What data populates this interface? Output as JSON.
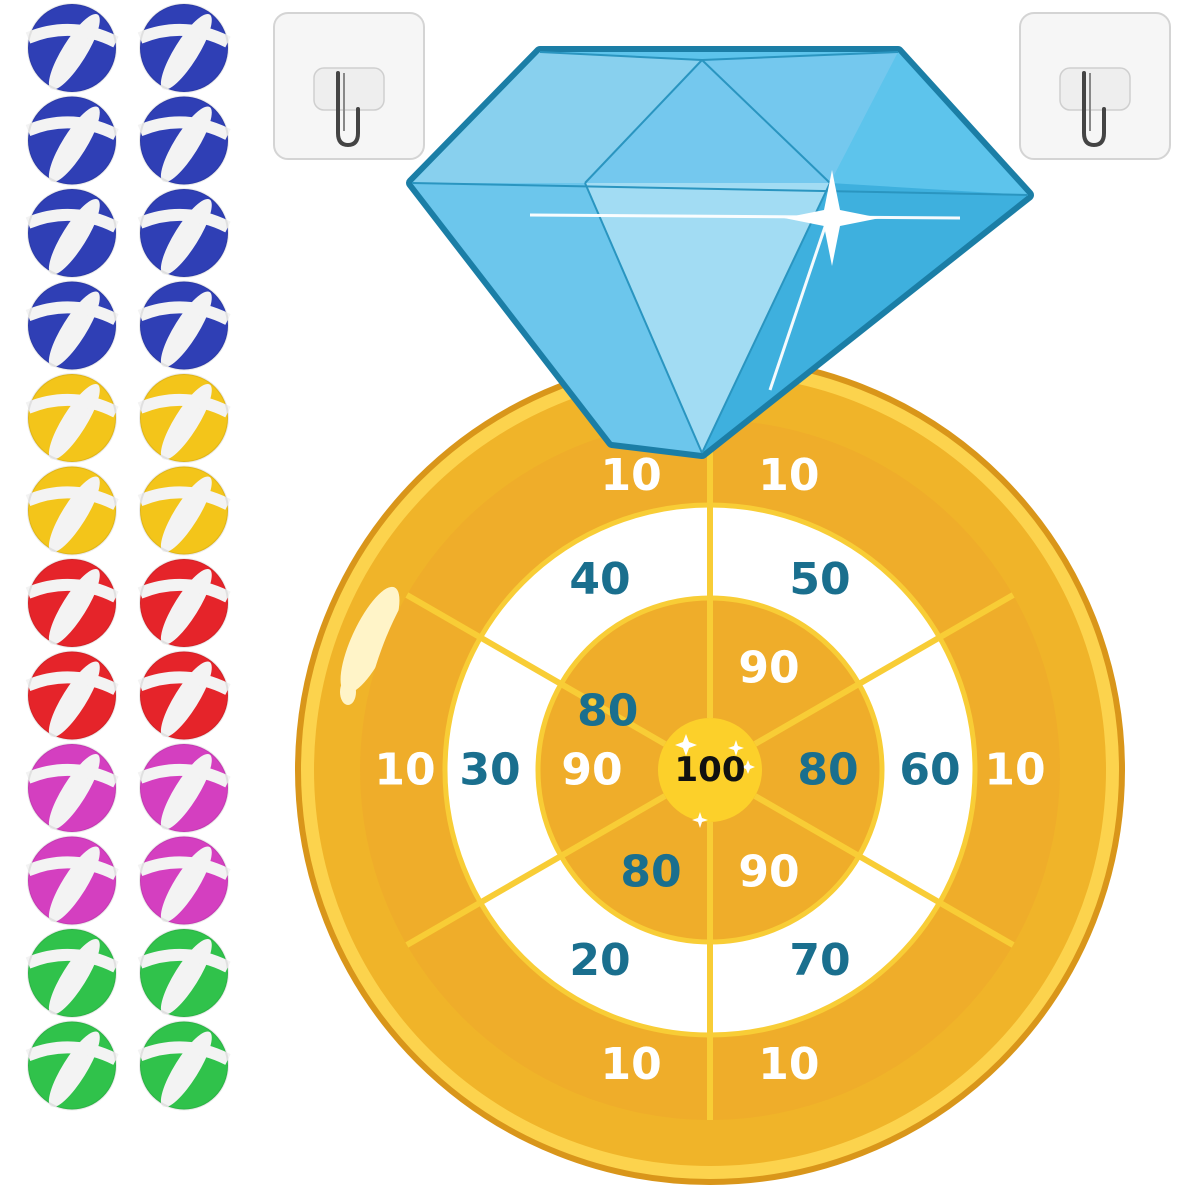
{
  "colors": {
    "background": "#ffffff",
    "ring_gold": "#f0b429",
    "ring_light": "#fcd34d",
    "ring_dark": "#d9961a",
    "board_orange": "#efad2a",
    "divider": "#f8cd36",
    "center_yellow": "#fcd02a",
    "diamond_light": "#88d0ee",
    "diamond_mid": "#4dbbe6",
    "diamond_edge": "#1b7ea6",
    "text_white": "#ffffff",
    "text_teal": "#1a6f8e",
    "text_black": "#111111",
    "hook_plate": "#f6f6f6",
    "hook_border": "#d4d4d4"
  },
  "balls": {
    "palette": [
      "#2f3fb5",
      "#2f3fb5",
      "#2f3fb5",
      "#2f3fb5",
      "#f3c51a",
      "#f3c51a",
      "#e5242a",
      "#e5242a",
      "#d43fc0",
      "#d43fc0",
      "#30c24b",
      "#30c24b"
    ],
    "color_names": [
      "blue",
      "blue",
      "blue",
      "blue",
      "yellow",
      "yellow",
      "red",
      "red",
      "pink",
      "pink",
      "green",
      "green"
    ],
    "per_row": 2
  },
  "hooks": [
    "adhesive-hook-icon",
    "adhesive-hook-icon"
  ],
  "board": {
    "icon": "diamond-ring-dartboard-icon",
    "outer_scores": [
      "10",
      "10",
      "10",
      "10",
      "10",
      "10"
    ],
    "middle_scores": [
      "50",
      "60",
      "70",
      "20",
      "30",
      "40"
    ],
    "inner_scores": [
      "80",
      "90",
      "80",
      "90",
      "80",
      "90"
    ],
    "inner_score_colors": [
      "teal",
      "white",
      "teal",
      "white",
      "teal",
      "white"
    ],
    "center_score": "100"
  }
}
